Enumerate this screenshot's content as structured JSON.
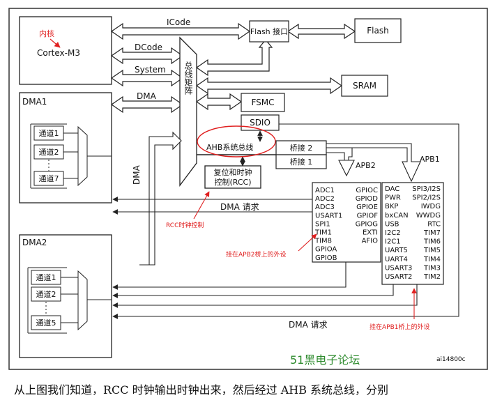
{
  "core": {
    "label_red": "内核",
    "label": "Cortex-M3"
  },
  "buses": {
    "icode": "ICode",
    "dcode": "DCode",
    "system": "System",
    "dma": "DMA",
    "dma_vertical": "DMA"
  },
  "matrix": {
    "label": "总线矩阵"
  },
  "memory": {
    "flash_if": "Flash 接口",
    "flash": "Flash",
    "sram": "SRAM",
    "fsmc": "FSMC",
    "sdio": "SDIO"
  },
  "ahb": {
    "label": "AHB系统总线"
  },
  "bridges": {
    "bridge2": "桥接 2",
    "bridge1": "桥接 1",
    "apb2": "APB2",
    "apb1": "APB1"
  },
  "rcc": {
    "line1": "复位和时钟",
    "line2": "控制(RCC)"
  },
  "dma1": {
    "title": "DMA1",
    "ch1": "通道1",
    "ch2": "通道2",
    "ch7": "通道7"
  },
  "dma2": {
    "title": "DMA2",
    "ch1": "通道1",
    "ch2": "通道2",
    "ch5": "通道5"
  },
  "dma_request": "DMA 请求",
  "apb2_periph": {
    "left": [
      "ADC1",
      "ADC2",
      "ADC3",
      "USART1",
      "SPI1",
      "TIM1",
      "TIM8",
      "GPIOA",
      "GPIOB"
    ],
    "right": [
      "GPIOC",
      "GPIOD",
      "GPIOE",
      "GPIOF",
      "GPIOG",
      "EXTI",
      "AFIO"
    ]
  },
  "apb1_periph": {
    "left": [
      "DAC",
      "PWR",
      "BKP",
      "bxCAN",
      "USB",
      "I2C2",
      "I2C1",
      "UART5",
      "UART4",
      "USART3",
      "USART2"
    ],
    "right": [
      "SPI3/I2S",
      "SPI2/I2S",
      "IWDG",
      "WWDG",
      "RTC",
      "TIM7",
      "TIM6",
      "TIM5",
      "TIM4",
      "TIM3",
      "TIM2"
    ]
  },
  "annotations": {
    "rcc_ctrl": "RCC时钟控制",
    "apb2_periph": "挂在APB2桥上的外设",
    "apb1_periph": "挂在APB1桥上的外设"
  },
  "watermark": "51黑电子论坛",
  "figure_id": "ai14800c",
  "caption": "从上图我们知道，RCC 时钟输出时钟出来，然后经过 AHB 系统总线，分别",
  "colors": {
    "annotation": "#e02020",
    "watermark": "#2e8b2e",
    "line": "#222222"
  }
}
